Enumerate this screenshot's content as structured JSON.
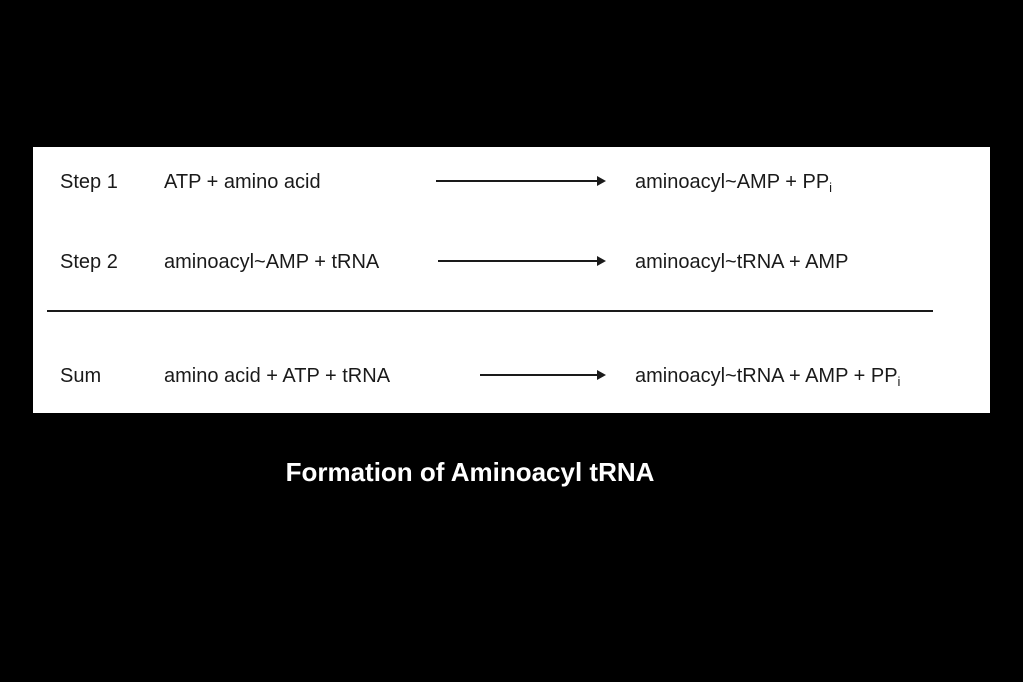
{
  "reactions": [
    {
      "label": "Step 1",
      "reactants": "ATP + amino acid",
      "products": "aminoacyl~AMP + PP",
      "products_subscript": "i"
    },
    {
      "label": "Step 2",
      "reactants": "aminoacyl~AMP + tRNA",
      "products": "aminoacyl~tRNA + AMP",
      "products_subscript": ""
    },
    {
      "label": "Sum",
      "reactants": "amino acid + ATP + tRNA",
      "products": "aminoacyl~tRNA + AMP + PP",
      "products_subscript": "i"
    }
  ],
  "caption": "Formation of Aminoacyl tRNA",
  "colors": {
    "background": "#000000",
    "panel": "#ffffff",
    "text": "#1a1a1a",
    "caption": "#ffffff"
  }
}
